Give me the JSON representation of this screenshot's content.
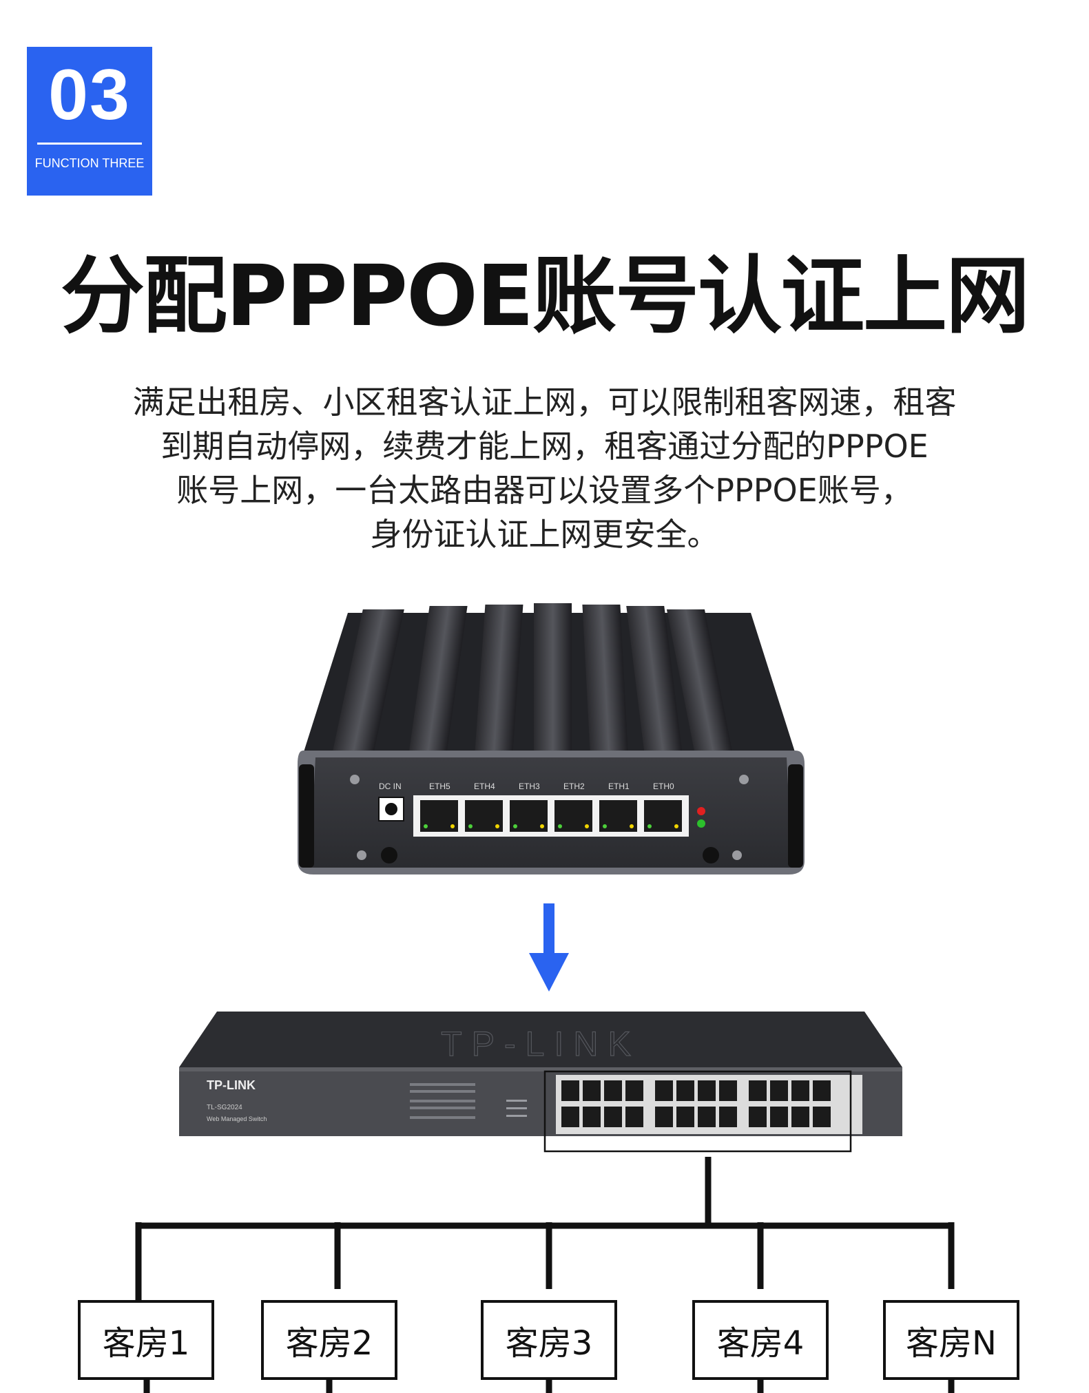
{
  "badge": {
    "number": "03",
    "subtitle": "FUNCTION THREE",
    "color": "#2a63f0"
  },
  "title": "分配PPPOE账号认证上网",
  "description": [
    "满足出租房、小区租客认证上网，可以限制租客网速，租客",
    "到期自动停网，续费才能上网，租客通过分配的PPPOE",
    "账号上网，一台太路由器可以设置多个PPPOE账号，",
    "身份证认证上网更安全。"
  ],
  "router": {
    "ports": [
      "ETH5",
      "ETH4",
      "ETH3",
      "ETH2",
      "ETH1",
      "ETH0"
    ],
    "power_label": "DC  IN"
  },
  "switch": {
    "brand": "TP-LINK",
    "model": "TL-SG2024",
    "model_desc": "Web Managed Switch"
  },
  "rooms": [
    "客房1",
    "客房2",
    "客房3",
    "客房4",
    "客房N"
  ],
  "arrow_color": "#2a63f0"
}
